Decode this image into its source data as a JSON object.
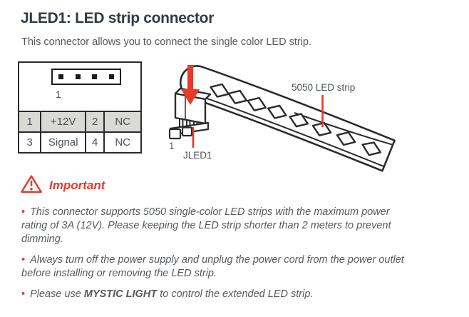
{
  "page": {
    "title": "JLED1: LED strip connector",
    "subtitle": "This connector allows you to connect the single color LED strip."
  },
  "colors": {
    "accent_red": "#e8392a",
    "title_color": "#333a42",
    "body_text": "#55595e",
    "line_color": "#2b2b2b",
    "table_shaded_row_bg": "#d9d9d6"
  },
  "pin_diagram": {
    "pin1_label": "1",
    "pin_count": 4
  },
  "pin_table": {
    "rows": [
      {
        "cells": [
          "1",
          "+12V",
          "2",
          "NC"
        ]
      },
      {
        "cells": [
          "3",
          "Signal",
          "4",
          "NC"
        ]
      }
    ]
  },
  "illustration": {
    "pin1_label": "1",
    "connector_label": "JLED1",
    "strip_label": "5050 LED strip"
  },
  "important": {
    "heading": "Important",
    "bullet_char": "•",
    "bullets": [
      {
        "text": "This connector supports 5050 single-color LED strips with the maximum power\nrating of 3A (12V). Please keeping the LED strip shorter than 2 meters to prevent\ndimming."
      },
      {
        "text": "Always turn off the power supply and unplug the power cord from the power outlet\nbefore installing or removing the LED strip."
      },
      {
        "pre": "Please use ",
        "bold_text": "MYSTIC LIGHT",
        "post": " to control the extended LED strip."
      }
    ]
  }
}
